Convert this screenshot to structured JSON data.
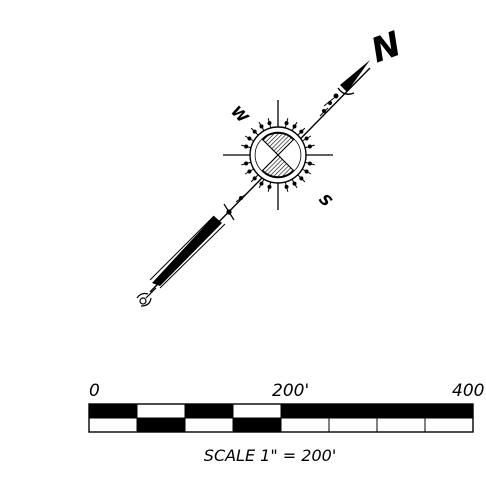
{
  "north_arrow": {
    "north_letter": "N",
    "west_letter": "W",
    "south_letter": "S"
  },
  "scale_bar": {
    "labels": [
      "0",
      "200'",
      "400'"
    ],
    "caption": "SCALE 1\" = 200'",
    "units_per_inch": 200,
    "max_value": 400,
    "segments_per_row": 8
  }
}
